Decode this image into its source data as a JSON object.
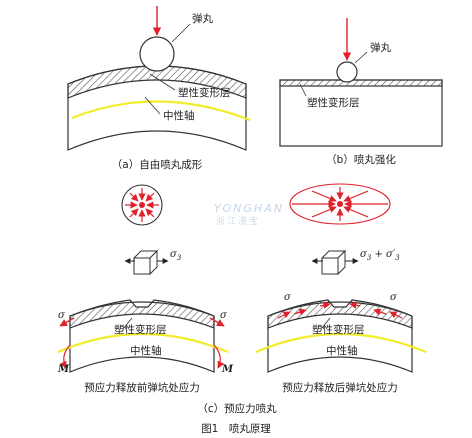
{
  "panel_a": {
    "label_shot": "弹丸",
    "label_layer": "塑性变形层",
    "label_axis": "中性轴",
    "caption": "（a）自由喷丸成形"
  },
  "panel_b": {
    "label_shot": "弹丸",
    "label_layer": "塑性变形层",
    "caption": "（b）喷丸强化"
  },
  "panel_c": {
    "sym_sigma3_left": "σ",
    "sym_sigma3_left_sub": "3",
    "sym_sigma3_right": "σ",
    "sym_sigma3_right_sub": "3",
    "sym_plus": " + ",
    "sym_sigma3_prime": "σ′",
    "sym_sigma3_prime_sub": "3",
    "left": {
      "sigma_left": "σ",
      "sigma_right": "σ",
      "label_layer": "塑性变形层",
      "label_axis": "中性轴",
      "moment_left": "M",
      "moment_right": "M",
      "caption": "预应力释放前弹坑处应力"
    },
    "right": {
      "sigma_left": "σ",
      "sigma_right": "σ",
      "label_layer": "塑性变形层",
      "label_axis": "中性轴",
      "caption": "预应力释放后弹坑处应力"
    },
    "caption": "（c）预应力喷丸"
  },
  "figure_caption": "图1　喷丸原理",
  "watermark": {
    "line1": "YONGHAN",
    "line2": "浙江漫宝"
  },
  "colors": {
    "arrow_red": "#e0202a",
    "neutral_axis": "#f2ec2a",
    "line": "#333333"
  }
}
